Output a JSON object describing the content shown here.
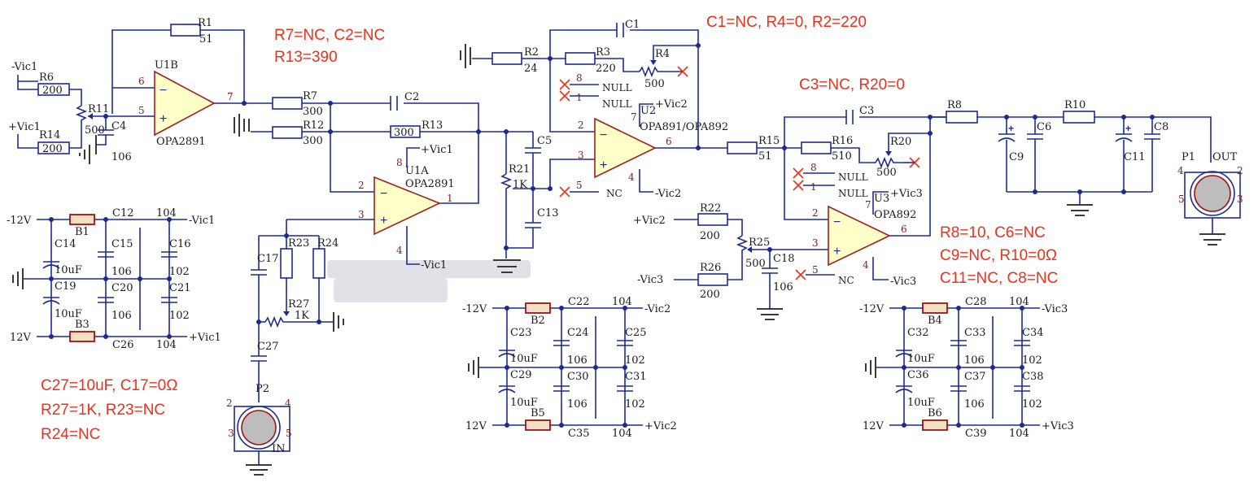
{
  "notes": {
    "top_left_1": "R7=NC, C2=NC",
    "top_left_2": "R13=390",
    "top_mid": "C1=NC, R4=0, R2=220",
    "mid_right": "C3=NC, R20=0",
    "right_1": "R8=10, C6=NC",
    "right_2": "C9=NC, R10=0Ω",
    "right_3": "C11=NC, C8=NC",
    "bl_1": "C27=10uF, C17=0Ω",
    "bl_2": "R27=1K, R23=NC",
    "bl_3": "R24=NC"
  },
  "opamps": {
    "u1b": {
      "ref": "U1B",
      "part": "OPA2891",
      "pin_minus": "6",
      "pin_plus": "5",
      "pin_out": "7"
    },
    "u1a": {
      "ref": "U1A",
      "part": "OPA2891",
      "pin_minus": "2",
      "pin_plus": "3",
      "pin_out": "1",
      "pin_vp": "8",
      "pin_vn": "4",
      "vplus": "+Vic1",
      "vminus": "-Vic1"
    },
    "u2": {
      "ref": "U2",
      "part": "OPA891/OPA892",
      "pin_minus": "2",
      "pin_plus": "3",
      "pin_out": "6",
      "pin_vp": "7",
      "pin_vn": "4",
      "vplus": "+Vic2",
      "vminus": "-Vic2",
      "null1": "NULL",
      "null2": "NULL",
      "pin_n8": "8",
      "pin_n1": "1",
      "pin_nc": "5",
      "nc": "NC"
    },
    "u3": {
      "ref": "U3",
      "part": "OPA892",
      "pin_minus": "2",
      "pin_plus": "3",
      "pin_out": "6",
      "pin_vp": "7",
      "pin_vn": "4",
      "vplus": "+Vic3",
      "vminus": "-Vic3",
      "null1": "NULL",
      "null2": "NULL",
      "pin_n8": "8",
      "pin_n1": "1",
      "pin_nc": "5",
      "nc": "NC"
    }
  },
  "components": {
    "R1": {
      "ref": "R1",
      "val": "51"
    },
    "R6": {
      "ref": "R6",
      "val": "200"
    },
    "R14": {
      "ref": "R14",
      "val": "200"
    },
    "R11": {
      "ref": "R11",
      "val": "500"
    },
    "C4": {
      "ref": "C4",
      "val": "106"
    },
    "R7": {
      "ref": "R7",
      "val": "300"
    },
    "R12": {
      "ref": "R12",
      "val": "300"
    },
    "C2": {
      "ref": "C2"
    },
    "R13": {
      "ref": "R13",
      "val": "300"
    },
    "R2": {
      "ref": "R2",
      "val": "24"
    },
    "R3": {
      "ref": "R3",
      "val": "220"
    },
    "R4": {
      "ref": "R4",
      "val": "500"
    },
    "C1": {
      "ref": "C1"
    },
    "C5": {
      "ref": "C5"
    },
    "R21": {
      "ref": "R21",
      "val": "1K"
    },
    "C13": {
      "ref": "C13"
    },
    "R15": {
      "ref": "R15",
      "val": "51"
    },
    "C3": {
      "ref": "C3"
    },
    "R16": {
      "ref": "R16",
      "val": "510"
    },
    "R20": {
      "ref": "R20",
      "val": "500"
    },
    "R22": {
      "ref": "R22",
      "val": "200"
    },
    "R26": {
      "ref": "R26",
      "val": "200"
    },
    "R25": {
      "ref": "R25",
      "val": "500"
    },
    "C18": {
      "ref": "C18",
      "val": "106"
    },
    "R8": {
      "ref": "R8"
    },
    "R10": {
      "ref": "R10"
    },
    "C6": {
      "ref": "C6"
    },
    "C8": {
      "ref": "C8"
    },
    "C9": {
      "ref": "C9"
    },
    "C11": {
      "ref": "C11"
    },
    "R23": {
      "ref": "R23"
    },
    "R24": {
      "ref": "R24"
    },
    "R27": {
      "ref": "R27",
      "val": "1K"
    },
    "C17": {
      "ref": "C17"
    },
    "C27": {
      "ref": "C27"
    }
  },
  "nets": {
    "vic1_neg": "-Vic1",
    "vic1_pos": "+Vic1",
    "vic2_pos": "+Vic2",
    "vic3_neg": "-Vic3"
  },
  "connectors": {
    "p1": {
      "ref": "P1",
      "name": "OUT",
      "pin_l": "4",
      "pin_r": "2",
      "pin_bl": "5",
      "pin_br": "3"
    },
    "p2": {
      "ref": "P2",
      "name": "IN",
      "pin_l": "2",
      "pin_r": "4",
      "pin_bl": "3",
      "pin_br": "5"
    }
  },
  "power_blocks": [
    {
      "id": "pb1",
      "neg_rail": "-12V",
      "pos_rail": "12V",
      "bead_top": "B1",
      "bead_bot": "B3",
      "c_top": "C12",
      "c_top_val": "104",
      "c_bot": "C26",
      "c_bot_val": "104",
      "ce_top": "C14",
      "ce_top_val": "10uF",
      "ce_bot": "C19",
      "ce_bot_val": "10uF",
      "cm_top": "C15",
      "cm_top_val": "106",
      "cm_bot": "C20",
      "cm_bot_val": "106",
      "cr_top": "C16",
      "cr_top_val": "102",
      "cr_bot": "C21",
      "cr_bot_val": "102",
      "out_neg": "-Vic1",
      "out_pos": "+Vic1"
    },
    {
      "id": "pb2",
      "neg_rail": "-12V",
      "pos_rail": "12V",
      "bead_top": "B2",
      "bead_bot": "B5",
      "c_top": "C22",
      "c_top_val": "104",
      "c_bot": "C35",
      "c_bot_val": "104",
      "ce_top": "C23",
      "ce_top_val": "10uF",
      "ce_bot": "C29",
      "ce_bot_val": "10uF",
      "cm_top": "C24",
      "cm_top_val": "106",
      "cm_bot": "C30",
      "cm_bot_val": "106",
      "cr_top": "C25",
      "cr_top_val": "102",
      "cr_bot": "C31",
      "cr_bot_val": "102",
      "out_neg": "-Vic2",
      "out_pos": "+Vic2"
    },
    {
      "id": "pb3",
      "neg_rail": "-12V",
      "pos_rail": "12V",
      "bead_top": "B4",
      "bead_bot": "B6",
      "c_top": "C28",
      "c_top_val": "104",
      "c_bot": "C39",
      "c_bot_val": "104",
      "ce_top": "C32",
      "ce_top_val": "10uF",
      "ce_bot": "C36",
      "ce_bot_val": "10uF",
      "cm_top": "C33",
      "cm_top_val": "106",
      "cm_bot": "C37",
      "cm_bot_val": "106",
      "cr_top": "C34",
      "cr_top_val": "102",
      "cr_bot": "C38",
      "cr_bot_val": "102",
      "out_neg": "-Vic3",
      "out_pos": "+Vic3"
    }
  ]
}
